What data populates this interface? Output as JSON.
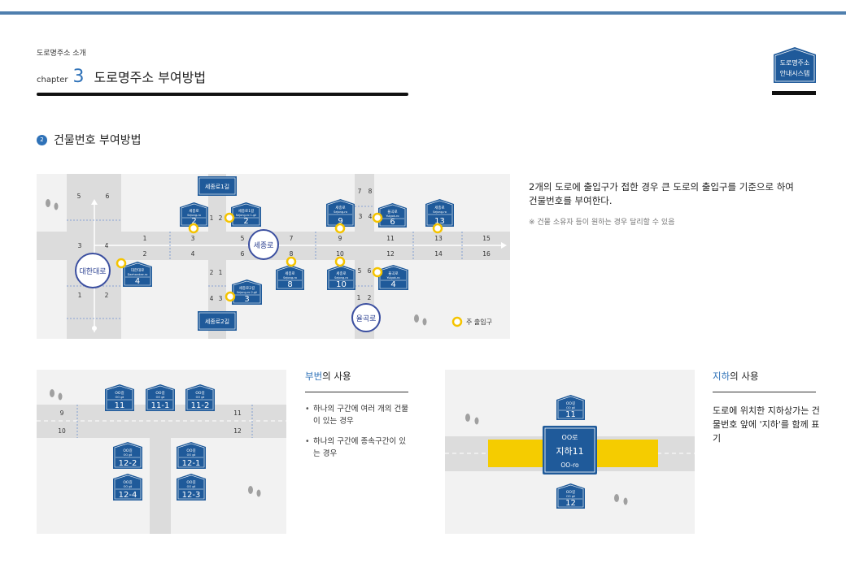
{
  "header": {
    "breadcrumb": "도로명주소 소개",
    "chapter_word": "chapter",
    "chapter_number": "3",
    "chapter_title": "도로명주소 부여방법",
    "logo_line1": "도로명주소",
    "logo_line2": "안내시스템"
  },
  "section": {
    "bullet": "2",
    "title": "건물번호 부여방법"
  },
  "main_map": {
    "roads": [
      "세종로1길",
      "세종로2길",
      "세종로",
      "대한대로",
      "율곡로"
    ],
    "legend": "주 출입구",
    "signs": [
      {
        "road": "세종로",
        "road_en": "Sejong-ro",
        "num": "2"
      },
      {
        "road": "세종로1길",
        "road_en": "Sejong-ro 1-gil",
        "num": "2"
      },
      {
        "road": "세종로",
        "road_en": "Sejong-ro",
        "num": "9"
      },
      {
        "road": "율곡로",
        "road_en": "Yulgok-ro",
        "num": "6"
      },
      {
        "road": "세종로",
        "road_en": "Sejong-ro",
        "num": "13"
      },
      {
        "road": "대한대로",
        "road_en": "Daehandae-ro",
        "num": "4"
      },
      {
        "road": "세종로",
        "road_en": "Sejong-ro",
        "num": "8"
      },
      {
        "road": "세종로",
        "road_en": "Sejong-ro",
        "num": "10"
      },
      {
        "road": "율곡로",
        "road_en": "Yulgok-ro",
        "num": "4"
      },
      {
        "road": "세종로2길",
        "road_en": "Sejong-ro 2-gil",
        "num": "3"
      }
    ],
    "upper_numbers": [
      "1",
      "3",
      "5",
      "7",
      "9",
      "11",
      "13",
      "15"
    ],
    "lower_numbers": [
      "2",
      "4",
      "6",
      "8",
      "10",
      "12",
      "14",
      "16"
    ],
    "minor_numbers": [
      "5",
      "6",
      "3",
      "4",
      "1",
      "2",
      "7",
      "8",
      "1",
      "2",
      "3",
      "4",
      "5",
      "6",
      "2",
      "1",
      "4",
      "3",
      "1",
      "2",
      "3",
      "4"
    ]
  },
  "description": {
    "main": "2개의 도로에 출입구가 접한 경우 큰 도로의 출입구를 기준으로 하여 건물번호를 부여한다.",
    "note": "※ 건물 소유자 등이 원하는 경우 달리할 수 있음"
  },
  "sub_number": {
    "title_highlight": "부번",
    "title_rest": "의 사용",
    "bullets": [
      "하나의 구간에 여러 개의 건물이 있는 경우",
      "하나의 구간에 종속구간이 있는 경우"
    ],
    "sign_road": "OO길",
    "sign_en": "OO gil",
    "signs": [
      "11",
      "11-1",
      "11-2",
      "12-2",
      "12-1",
      "12-4",
      "12-3"
    ],
    "numbers": [
      "9",
      "11",
      "10",
      "12"
    ]
  },
  "basement": {
    "title_highlight": "지하",
    "title_rest": "의 사용",
    "desc": "도로에 위치한 지하상가는 건물번호 앞에 '지하'를 함께 표기",
    "sign_road": "OO길",
    "sign_en": "OO gil",
    "top_num": "11",
    "bottom_num": "12",
    "center_road": "OO로",
    "center_num": "지하11",
    "center_en": "OO-ro"
  }
}
